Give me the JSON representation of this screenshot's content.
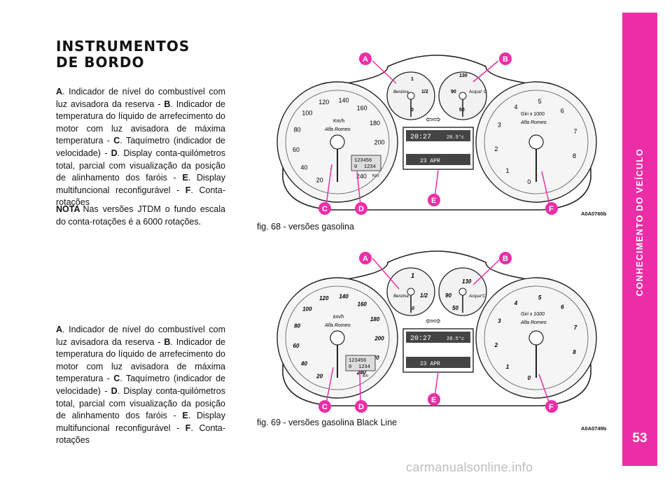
{
  "sidebar": {
    "section_title": "CONHECIMENTO DO VEÍCULO",
    "page_number": "53"
  },
  "heading": {
    "line1": "INSTRUMENTOS",
    "line2": "DE BORDO"
  },
  "legend": {
    "a_key": "A",
    "a_text": ". Indicador de nível do combustível com luz avisadora da reserva - ",
    "b_key": "B",
    "b_text": ". Indicador de temperatura do líquido de arrefecimento do motor com luz avisadora de máxima temperatura - ",
    "c_key": "C",
    "c_text": ". Taquímetro (indicador de velocidade) - ",
    "d_key": "D",
    "d_text": ". Display conta-quilómetros total, parcial com visualização da posição de alinhamento dos faróis - ",
    "e_key": "E",
    "e_text": ". Display multifuncional reconfigurável - ",
    "f_key": "F",
    "f_text": ". Conta-rotações"
  },
  "note": {
    "label": "NOTA",
    "text": "Nas versões JTDM o fundo escala do conta-rotações é a 6000 rotações."
  },
  "figures": [
    {
      "caption": "fig. 68 - versões gasolina",
      "code": "A0A0760b"
    },
    {
      "caption": "fig. 69 - versões gasolina Black Line",
      "code": "A0A0749b"
    }
  ],
  "callouts": [
    "A",
    "B",
    "C",
    "D",
    "E",
    "F"
  ],
  "cluster": {
    "speed_ticks": [
      "20",
      "40",
      "60",
      "80",
      "100",
      "120",
      "140",
      "160",
      "180",
      "200",
      "220",
      "240"
    ],
    "speed_unit": "Km/h",
    "speed_unit_black": "km/h",
    "rpm_ticks": [
      "0",
      "1",
      "2",
      "3",
      "4",
      "5",
      "6",
      "7",
      "8"
    ],
    "rpm_unit": "Giri x 1000",
    "brand": "Alfa Romeo",
    "fuel_label": "Benzina",
    "fuel_marks": [
      "1",
      "1/2",
      "0"
    ],
    "temp_label": "Acqua° C",
    "temp_label_black": "Acqua°C",
    "temp_marks": [
      "130",
      "90",
      "50"
    ],
    "odo_total": "123456",
    "odo_trip": "1234",
    "odo_prefix": "0",
    "odo_unit": "Km",
    "odo_unit_black": "km",
    "clock": "20:27",
    "outside_temp": "20.5°c",
    "date": "23 APR"
  },
  "colors": {
    "accent": "#ec2ea6",
    "text": "#111111",
    "watermark": "#bdbdbd"
  },
  "watermark": "carmanualsonline.info"
}
